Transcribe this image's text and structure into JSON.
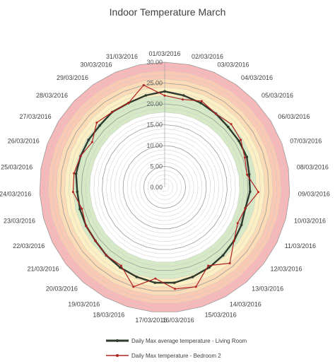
{
  "chart_data": {
    "type": "radar",
    "title": "Indoor Temperature March",
    "categories": [
      "01/03/2016",
      "02/03/2016",
      "03/03/2016",
      "04/03/2016",
      "05/03/2016",
      "06/03/2016",
      "07/03/2016",
      "08/03/2016",
      "09/03/2016",
      "10/03/2016",
      "11/03/2016",
      "12/03/2016",
      "13/03/2016",
      "14/03/2016",
      "15/03/2016",
      "16/03/2016",
      "17/03/2016",
      "18/03/2016",
      "19/03/2016",
      "20/03/2016",
      "21/03/2016",
      "22/03/2016",
      "23/03/2016",
      "24/03/2016",
      "25/03/2016",
      "26/03/2016",
      "27/03/2016",
      "28/03/2016",
      "29/03/2016",
      "30/03/2016",
      "31/03/2016"
    ],
    "r_ticks": [
      "0.00",
      "5.00",
      "10.00",
      "15.00",
      "20.00",
      "25.00",
      "30.00"
    ],
    "r_range": [
      0,
      30
    ],
    "bands": [
      {
        "from": 18,
        "to": 22,
        "color": "#d6e9c6"
      },
      {
        "from": 22,
        "to": 24,
        "color": "#fbefc3"
      },
      {
        "from": 24,
        "to": 26,
        "color": "#fbdcb6"
      },
      {
        "from": 26,
        "to": 28,
        "color": "#f9c9b4"
      },
      {
        "from": 28,
        "to": 30,
        "color": "#f6b8b8"
      }
    ],
    "series": [
      {
        "name": "Daily Max average temperature - Living Room",
        "color": "#2d3a2d",
        "values": [
          23.0,
          22.5,
          22.0,
          21.5,
          21.0,
          21.0,
          21.0,
          20.5,
          20.5,
          20.0,
          20.5,
          21.0,
          21.5,
          22.0,
          22.5,
          23.0,
          23.0,
          22.5,
          22.0,
          21.5,
          21.0,
          21.0,
          21.0,
          21.0,
          21.5,
          21.5,
          21.5,
          21.5,
          22.0,
          22.0,
          22.5
        ]
      },
      {
        "name": "Daily Max temperature - Bedroom 2",
        "color": "#b22222",
        "values": [
          22.0,
          21.5,
          22.5,
          21.5,
          22.0,
          21.5,
          20.5,
          20.0,
          22.5,
          20.0,
          19.5,
          21.0,
          24.0,
          21.5,
          25.0,
          24.5,
          22.0,
          25.0,
          21.5,
          21.5,
          21.0,
          21.0,
          20.5,
          22.0,
          22.0,
          21.5,
          20.5,
          22.5,
          22.0,
          22.0,
          25.0
        ]
      }
    ],
    "legend_position": "bottom"
  }
}
